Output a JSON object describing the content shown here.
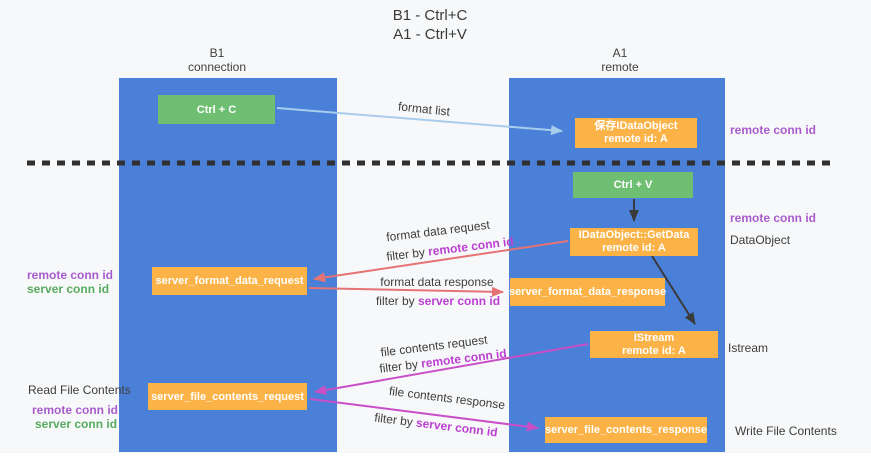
{
  "title": {
    "line1": "B1 - Ctrl+C",
    "line2": "A1 - Ctrl+V"
  },
  "lanes": {
    "left": {
      "title": "B1",
      "subtitle": "connection"
    },
    "right": {
      "title": "A1",
      "subtitle": "remote"
    }
  },
  "nodes": {
    "ctrl_c": {
      "label": "Ctrl + C"
    },
    "ctrl_v": {
      "label": "Ctrl + V"
    },
    "save_dataobject": {
      "line1": "保存IDataObject",
      "line2": "remote id: A"
    },
    "getdata": {
      "line1": "IDataObject::GetData",
      "line2": "remote id: A"
    },
    "istream": {
      "line1": "IStream",
      "line2": "remote id: A"
    },
    "server_format_data_request": {
      "label": "server_format_data_request"
    },
    "server_format_data_response": {
      "label": "server_format_data_response"
    },
    "server_file_contents_request": {
      "label": "server_file_contents_request"
    },
    "server_file_contents_response": {
      "label": "server_file_contents_response"
    }
  },
  "annotations": {
    "right_remote_conn_id_top": "remote conn id",
    "right_remote_conn_id_mid": "remote conn id",
    "dataobject": "DataObject",
    "istream": "Istream",
    "write_file_contents": "Write File Contents",
    "read_file_contents": "Read File Contents",
    "left_remote_conn_id_top": "remote conn id",
    "left_server_conn_id_top": "server conn id",
    "left_remote_conn_id_bottom": "remote conn id",
    "left_server_conn_id_bottom": "server conn id"
  },
  "edges": {
    "format_list": {
      "label": "format list"
    },
    "format_data_request": {
      "label": "format data request",
      "filter_prefix": "filter by ",
      "filter_key": "remote conn id"
    },
    "format_data_response": {
      "label": "format data response",
      "filter_prefix": "filter by ",
      "filter_key": "server conn id"
    },
    "file_contents_request": {
      "label": "file contents request",
      "filter_prefix": "filter by ",
      "filter_key": "remote conn id"
    },
    "file_contents_response": {
      "label": "file contents response",
      "filter_prefix": "filter by ",
      "filter_key": "server conn id"
    }
  },
  "colors": {
    "lane_blue": "#4a80d8",
    "box_green": "#6fbf73",
    "box_orange": "#fbb347",
    "arrow_red": "#e57373",
    "arrow_magenta": "#c94fc9",
    "arrow_light_blue": "#a8cdec",
    "arrow_black": "#3a3a3a",
    "label_purple": "#a95ccb",
    "label_magenta": "#bb3fd1",
    "label_green": "#57ab5f"
  }
}
